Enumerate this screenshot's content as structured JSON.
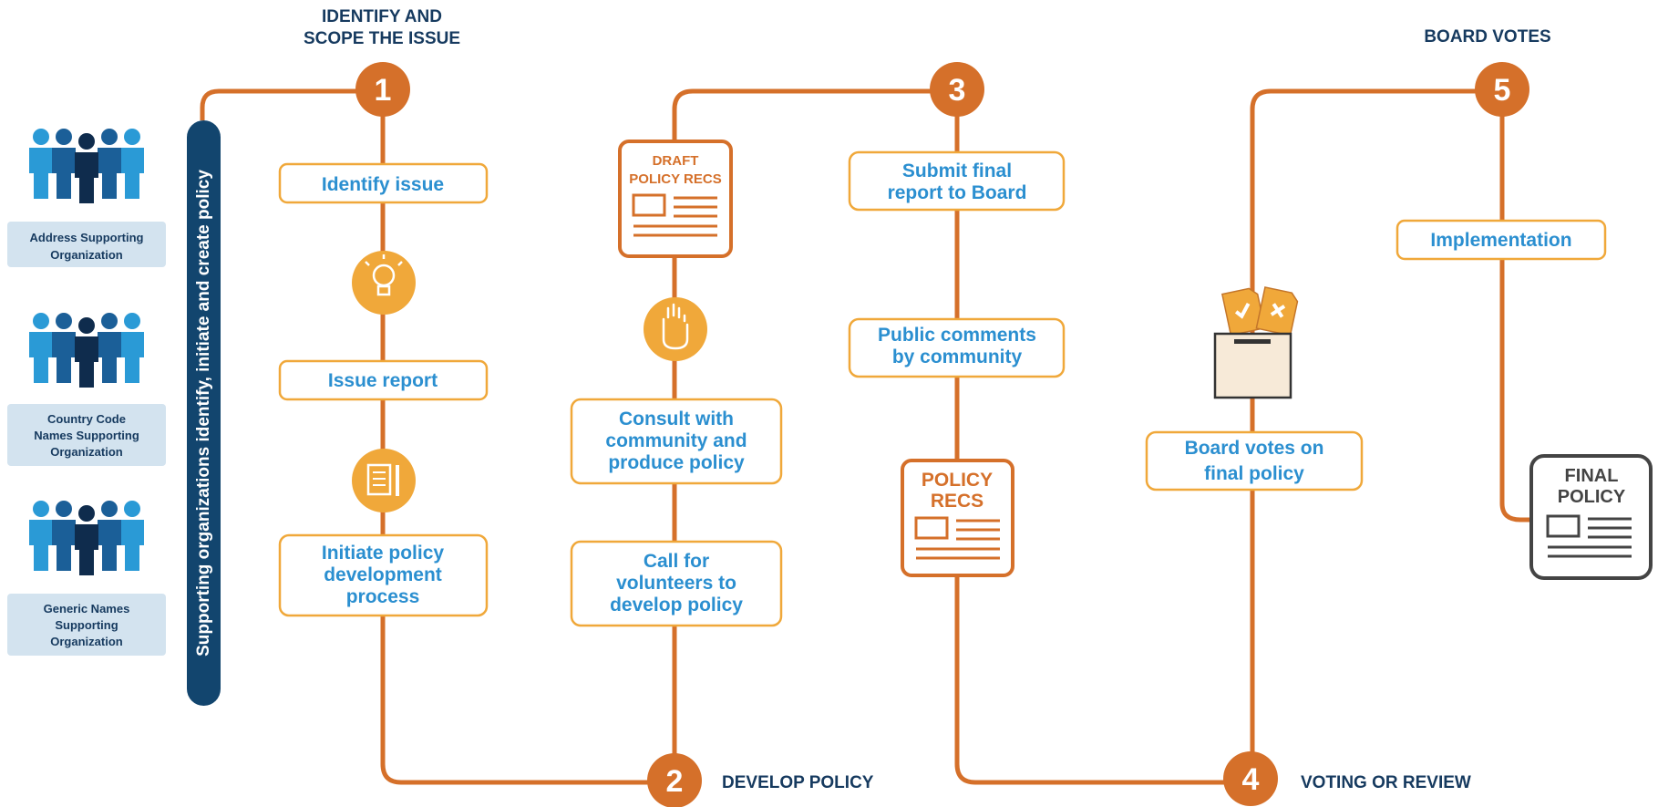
{
  "colors": {
    "navy": "#163a5f",
    "blue": "#2b8fd0",
    "orange": "#d5702a",
    "amber": "#f0a83a",
    "org_bg": "#d3e3ef",
    "gray": "#444444"
  },
  "sidebar": {
    "vertical_label": "Supporting organizations identify, initiate and create policy",
    "orgs": [
      {
        "line1": "Address Supporting",
        "line2": "Organization",
        "line3": ""
      },
      {
        "line1": "Country Code",
        "line2": "Names Supporting",
        "line3": "Organization"
      },
      {
        "line1": "Generic Names",
        "line2": "Supporting",
        "line3": "Organization"
      }
    ]
  },
  "phases": {
    "p1": {
      "number": "1",
      "title_line1": "IDENTIFY AND",
      "title_line2": "SCOPE THE ISSUE"
    },
    "p2": {
      "number": "2",
      "title": "DEVELOP POLICY"
    },
    "p3": {
      "number": "3"
    },
    "p4": {
      "number": "4",
      "title": "VOTING OR REVIEW"
    },
    "p5": {
      "number": "5",
      "title": "BOARD VOTES"
    }
  },
  "steps": {
    "identify_issue": [
      "Identify issue"
    ],
    "issue_report": [
      "Issue report"
    ],
    "initiate_policy": [
      "Initiate policy",
      "development",
      "process"
    ],
    "consult": [
      "Consult with",
      "community and",
      "produce policy"
    ],
    "call_volunteers": [
      "Call for",
      "volunteers to",
      "develop policy"
    ],
    "submit_report": [
      "Submit final",
      "report to Board"
    ],
    "public_comments": [
      "Public comments",
      "by community"
    ],
    "board_votes": [
      "Board votes on",
      "final policy"
    ],
    "implementation": [
      "Implementation"
    ]
  },
  "documents": {
    "draft": [
      "DRAFT",
      "POLICY RECS"
    ],
    "policy_recs": [
      "POLICY",
      "RECS"
    ],
    "final_policy": [
      "FINAL",
      "POLICY"
    ]
  },
  "icons": [
    "people-group-icon",
    "lightbulb-icon",
    "notepad-pen-icon",
    "raised-hand-icon",
    "ballot-box-icon",
    "document-icon"
  ]
}
